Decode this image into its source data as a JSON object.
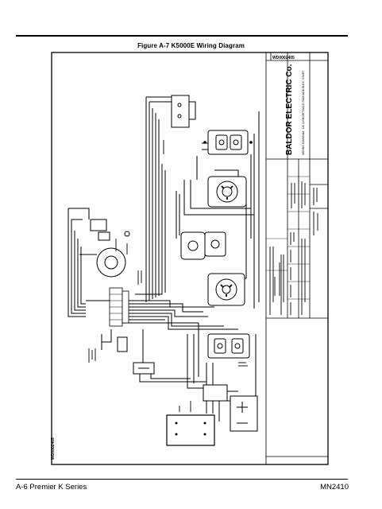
{
  "header": {
    "figure_title": "Figure A-7  K5000E Wiring Diagram"
  },
  "diagram": {
    "drawing_no_top": "WD0002405",
    "drawing_no_bottom": "WD0002405",
    "company": "BALDOR ELECTRIC Co.",
    "subtitle": "WIRING DIAGRAM, 120 & RECEPTACLE PACKAGE ELEC. START"
  },
  "footer": {
    "left": "A-6 Premier K Series",
    "right": "MN2410"
  }
}
